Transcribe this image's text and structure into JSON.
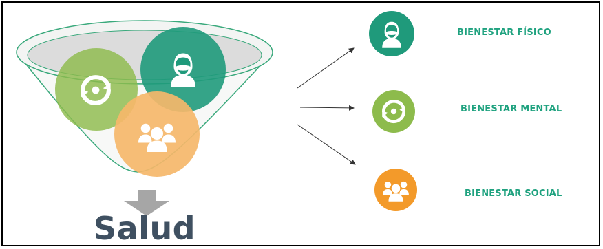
{
  "colors": {
    "teal": "#1f9a7b",
    "green": "#8dbb4c",
    "peach": "#f5b76a",
    "orange": "#f39a2a",
    "funnel_outline": "#3aa97c",
    "arrow_gray": "#a6a6a6",
    "salud_text": "#3f5061",
    "label_text": "#1fa27f"
  },
  "funnel": {
    "icons": [
      {
        "name": "cycle-icon",
        "color": "green"
      },
      {
        "name": "person-icon",
        "color": "teal"
      },
      {
        "name": "group-icon",
        "color": "peach"
      }
    ]
  },
  "result": {
    "label": "Salud"
  },
  "outputs": [
    {
      "label": "BIENESTAR FÍSICO",
      "icon": "person-icon",
      "color": "teal"
    },
    {
      "label": "BIENESTAR MENTAL",
      "icon": "cycle-icon",
      "color": "green"
    },
    {
      "label": "BIENESTAR SOCIAL",
      "icon": "group-icon",
      "color": "orange"
    }
  ]
}
